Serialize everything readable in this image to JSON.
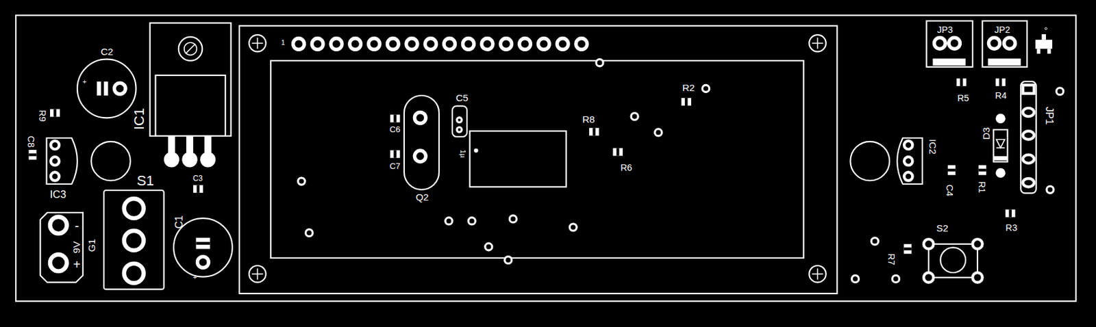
{
  "diagram": {
    "labels": [
      "1",
      "JP3",
      "JP2",
      "C2",
      "C5",
      "R2",
      "R9",
      "C8",
      "IC1",
      "C6",
      "R8",
      "R5",
      "R4",
      "JP1",
      "D3",
      "IC2",
      "C7",
      "1µ",
      "R6",
      "IC3",
      "S1",
      "C3",
      "C1",
      "Q2",
      "C4",
      "R1",
      "9V",
      "-",
      "G1",
      "+",
      "R3",
      "S2",
      "R7",
      "+",
      "+"
    ]
  }
}
